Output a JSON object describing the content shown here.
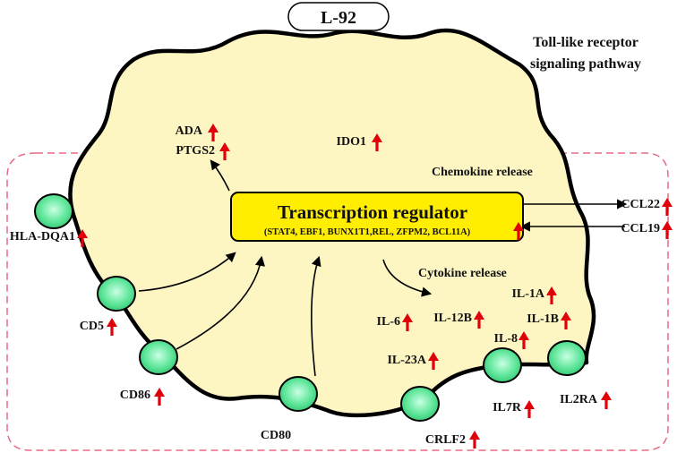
{
  "cell_label": "L-92",
  "pathway_title": [
    "Toll-like receptor",
    "signaling pathway"
  ],
  "center_box": {
    "title": "Transcription regulator",
    "subtitle": "(STAT4, EBF1, BUNX1T1,REL, ZFPM2, BCL11A)"
  },
  "release_labels": {
    "chemokine": "Chemokine release",
    "cytokine": "Cytokine release"
  },
  "upregulated_genes": {
    "ADA": "ADA",
    "PTGS2": "PTGS2",
    "IDO1": "IDO1",
    "CCL22": "CCL22",
    "CCL19": "CCL19",
    "HLA_DQA1": "HLA-DQA1",
    "CD5": "CD5",
    "CD86": "CD86",
    "CRLF2": "CRLF2",
    "IL7R": "IL7R",
    "IL2RA": "IL2RA",
    "IL_6": "IL-6",
    "IL_12B": "IL-12B",
    "IL_1A": "IL-1A",
    "IL_1B": "IL-1B",
    "IL_8": "IL-8",
    "IL_23A": "IL-23A"
  },
  "other_genes": {
    "CD80": "CD80"
  },
  "colors": {
    "cell_fill": "#fdf6c3",
    "cell_outline": "#000000",
    "box_fill": "#ffee00",
    "receptor_fill": "#4ee08a",
    "up_arrow": "#e0000a",
    "dashed_boundary": "#e86a85"
  },
  "icons": {
    "up_arrow": "red-up-arrow-icon",
    "receptor": "membrane-receptor-icon"
  }
}
